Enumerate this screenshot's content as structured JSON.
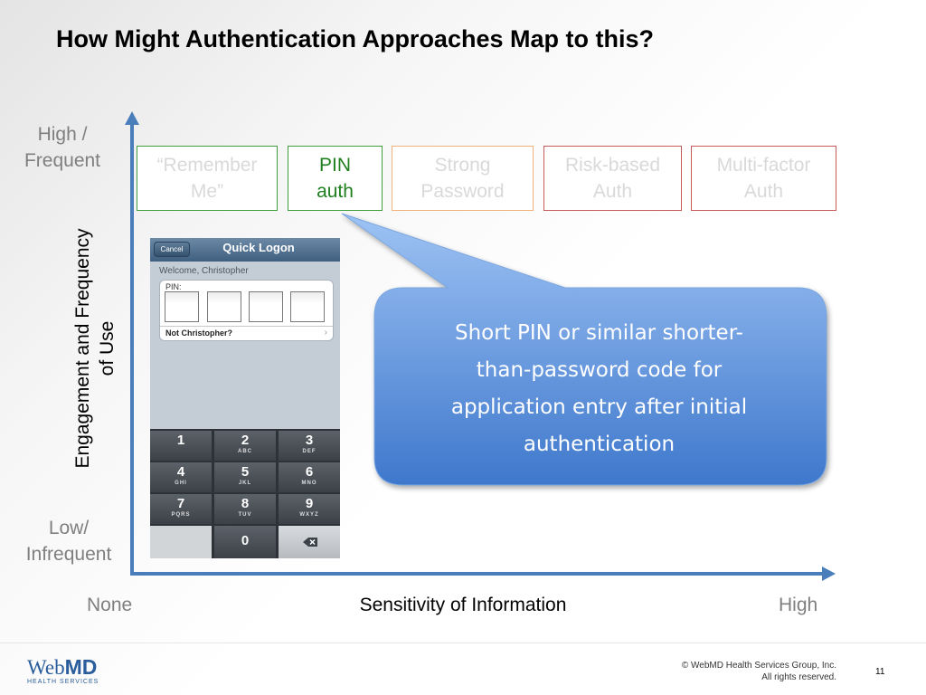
{
  "slide": {
    "title": "How Might Authentication Approaches Map to this?",
    "page_number": "11"
  },
  "y_axis": {
    "high_label_line1": "High /",
    "high_label_line2": "Frequent",
    "low_label_line1": "Low/",
    "low_label_line2": "Infrequent",
    "title_line1": "Engagement and Frequency",
    "title_line2": "of Use"
  },
  "x_axis": {
    "low_label": "None",
    "high_label": "High",
    "title": "Sensitivity of Information"
  },
  "approaches": [
    {
      "line1": "“Remember",
      "line2": "Me”",
      "highlighted": false,
      "color": "#3f9f3f"
    },
    {
      "line1": "PIN",
      "line2": "auth",
      "highlighted": true,
      "color": "#3f9f3f"
    },
    {
      "line1": "Strong",
      "line2": "Password",
      "highlighted": false,
      "color": "#f2b07a"
    },
    {
      "line1": "Risk-based",
      "line2": "Auth",
      "highlighted": false,
      "color": "#c75b5b"
    },
    {
      "line1": "Multi-factor",
      "line2": "Auth",
      "highlighted": false,
      "color": "#c75b5b"
    }
  ],
  "phone": {
    "cancel_label": "Cancel",
    "screen_title": "Quick Logon",
    "welcome_text": "Welcome, Christopher",
    "pin_label": "PIN:",
    "not_user_link": "Not Christopher?",
    "keypad": [
      {
        "num": "1",
        "letters": ""
      },
      {
        "num": "2",
        "letters": "ABC"
      },
      {
        "num": "3",
        "letters": "DEF"
      },
      {
        "num": "4",
        "letters": "GHI"
      },
      {
        "num": "5",
        "letters": "JKL"
      },
      {
        "num": "6",
        "letters": "MNO"
      },
      {
        "num": "7",
        "letters": "PQRS"
      },
      {
        "num": "8",
        "letters": "TUV"
      },
      {
        "num": "9",
        "letters": "WXYZ"
      },
      {
        "num": "0",
        "letters": ""
      }
    ]
  },
  "callout": {
    "line1": "Short PIN or similar shorter-",
    "line2": "than-password code for",
    "line3": "application entry after initial",
    "line4": "authentication"
  },
  "footer": {
    "logo_web": "Web",
    "logo_md": "MD",
    "logo_sub": "HEALTH SERVICES",
    "copyright_line1": "© WebMD Health Services Group, Inc.",
    "copyright_line2": "All rights reserved."
  },
  "colors": {
    "axis": "#4a7ebb",
    "callout_fill_top": "#9ec3f4",
    "callout_fill_bottom": "#3f78cc"
  }
}
